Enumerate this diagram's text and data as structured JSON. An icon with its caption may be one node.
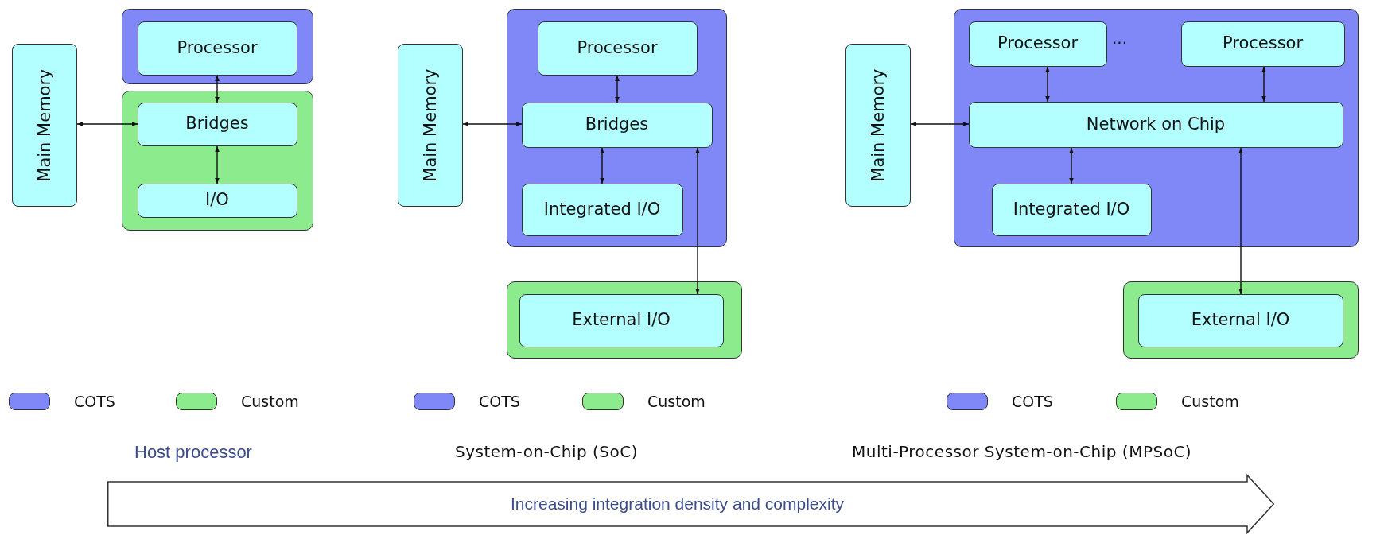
{
  "diagram": {
    "nodes": [
      {
        "text": [
          "Main Memory"
        ]
      },
      {
        "text": [],
        "shape": "box"
      },
      {
        "text": [
          "Processor"
        ],
        "in": 1
      },
      {
        "text": [],
        "shape": "box"
      },
      {
        "text": [
          "Bridges"
        ],
        "in": 3
      },
      {
        "text": [
          "I/O"
        ],
        "in": 3
      },
      {
        "text": [
          "Main Memory"
        ]
      },
      {
        "text": [],
        "shape": "box"
      },
      {
        "text": [
          "Processor"
        ],
        "in": 7
      },
      {
        "text": [
          "Bridges"
        ],
        "in": 7
      },
      {
        "text": [
          "Integrated I/O"
        ],
        "in": 7
      },
      {
        "text": [],
        "shape": "box"
      },
      {
        "text": [
          "External I/O"
        ],
        "in": 11
      },
      {
        "text": [
          "Main Memory"
        ]
      },
      {
        "text": [],
        "shape": "box"
      },
      {
        "text": [
          "Processor"
        ],
        "in": 14
      },
      {
        "text": [
          "Processor"
        ],
        "in": 14
      },
      {
        "text": [
          "Network on Chip"
        ],
        "in": 14
      },
      {
        "text": [
          "Integrated I/O"
        ],
        "in": 14
      },
      {
        "text": [],
        "shape": "box"
      },
      {
        "text": [
          "External I/O"
        ],
        "in": 19
      },
      {
        "text": [
          "Increasing integration density and complexity"
        ]
      }
    ],
    "edges": [
      {
        "from": 0,
        "to": 4,
        "arrow": "both"
      },
      {
        "from": 2,
        "to": 4,
        "arrow": "both"
      },
      {
        "from": 4,
        "to": 5,
        "arrow": "both"
      },
      {
        "from": 6,
        "to": 9,
        "arrow": "both"
      },
      {
        "from": 8,
        "to": 9,
        "arrow": "both"
      },
      {
        "from": 9,
        "to": 10,
        "arrow": "both"
      },
      {
        "from": 9,
        "to": 12,
        "arrow": "both"
      },
      {
        "from": 13,
        "to": 17,
        "arrow": "both"
      },
      {
        "from": 15,
        "to": 17,
        "arrow": "both"
      },
      {
        "from": 16,
        "to": 17,
        "arrow": "both"
      },
      {
        "from": 17,
        "to": 18,
        "arrow": "both"
      },
      {
        "from": 17,
        "to": 20,
        "arrow": "both"
      }
    ],
    "labels": [
      "···",
      "Host processor",
      "System-on-Chip (SoC)",
      "Multi-Processor System-on-Chip (MPSoC)"
    ],
    "legend": [
      {
        "text": "COTS",
        "color": "#8088f8"
      },
      {
        "text": "Custom",
        "color": "#8ceb8c"
      },
      {
        "text": "COTS",
        "color": "#8088f8"
      },
      {
        "text": "Custom",
        "color": "#8ceb8c"
      },
      {
        "text": "COTS",
        "color": "#8088f8"
      },
      {
        "text": "Custom",
        "color": "#8ceb8c"
      }
    ]
  }
}
